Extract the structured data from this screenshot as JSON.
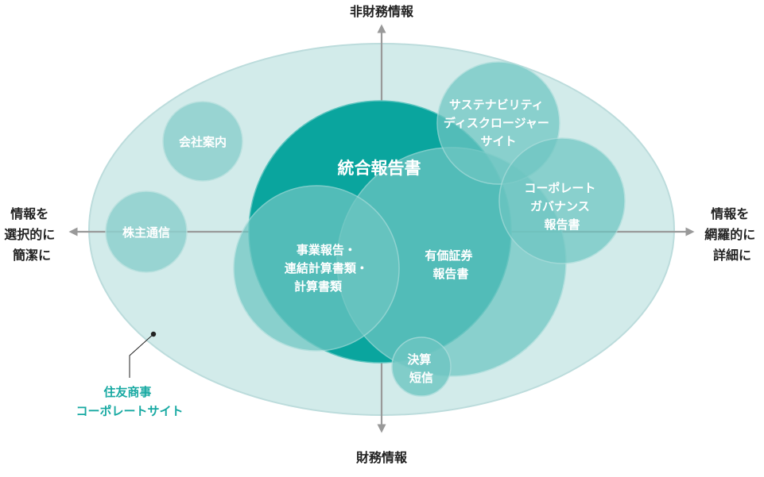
{
  "axes": {
    "top": "非財務情報",
    "bottom": "財務情報",
    "left": [
      "情報を",
      "選択的に",
      "簡潔に"
    ],
    "right": [
      "情報を",
      "網羅的に",
      "詳細に"
    ]
  },
  "outer": {
    "label": [
      "住友商事",
      "コーポレートサイト"
    ]
  },
  "bubbles": {
    "company": [
      "会社案内"
    ],
    "shareholder": [
      "株主通信"
    ],
    "integrated": [
      "統合報告書"
    ],
    "business": [
      "事業報告・",
      "連結計算書類・",
      "計算書類"
    ],
    "securities": [
      "有価証券",
      "報告書"
    ],
    "earnings": [
      "決算",
      "短信"
    ],
    "sustainability": [
      "サステナビリティ",
      "ディスクロージャー",
      "サイト"
    ],
    "governance": [
      "コーポレート",
      "ガバナンス",
      "報告書"
    ]
  },
  "colors": {
    "outer_fill": "#d2ebea",
    "outer_stroke": "#bcdcdc",
    "bubble_fill": "#6ec6c2",
    "bubble_stroke": "#a9dcda",
    "integrated_fill": "#0aa59e",
    "axis": "#999999",
    "accent_text": "#17a9a2",
    "dark_text": "#222222",
    "white_text": "#ffffff"
  }
}
